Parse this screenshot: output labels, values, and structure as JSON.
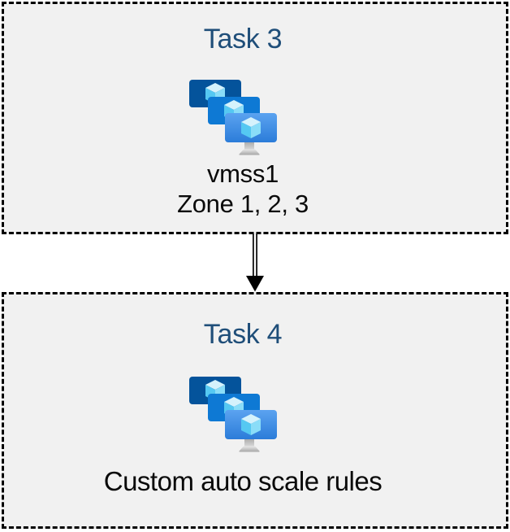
{
  "colors": {
    "page_bg": "#FFFFFF",
    "box_bg": "#F1F1F1",
    "box_border": "#000000",
    "task_title": "#1F4E79",
    "body_text": "#0A0A0A",
    "arrow": "#000000",
    "monitor_back": "#04539B",
    "monitor_middle": "#0E79D4",
    "monitor_front_top": "#5BA3F0",
    "monitor_front_bottom": "#2B7CD9",
    "cube_top": "#D5F2FC",
    "cube_left": "#55C8F2",
    "cube_right": "#8ADDF8"
  },
  "tasks": [
    {
      "title": "Task 3",
      "icon": "virtual-machine-scale-sets",
      "lines": [
        "vmss1",
        "Zone 1, 2, 3"
      ]
    },
    {
      "title": "Task 4",
      "icon": "virtual-machine-scale-sets",
      "lines": [
        "Custom auto scale rules"
      ]
    }
  ],
  "connector": {
    "type": "double-line-arrow",
    "direction": "down"
  }
}
